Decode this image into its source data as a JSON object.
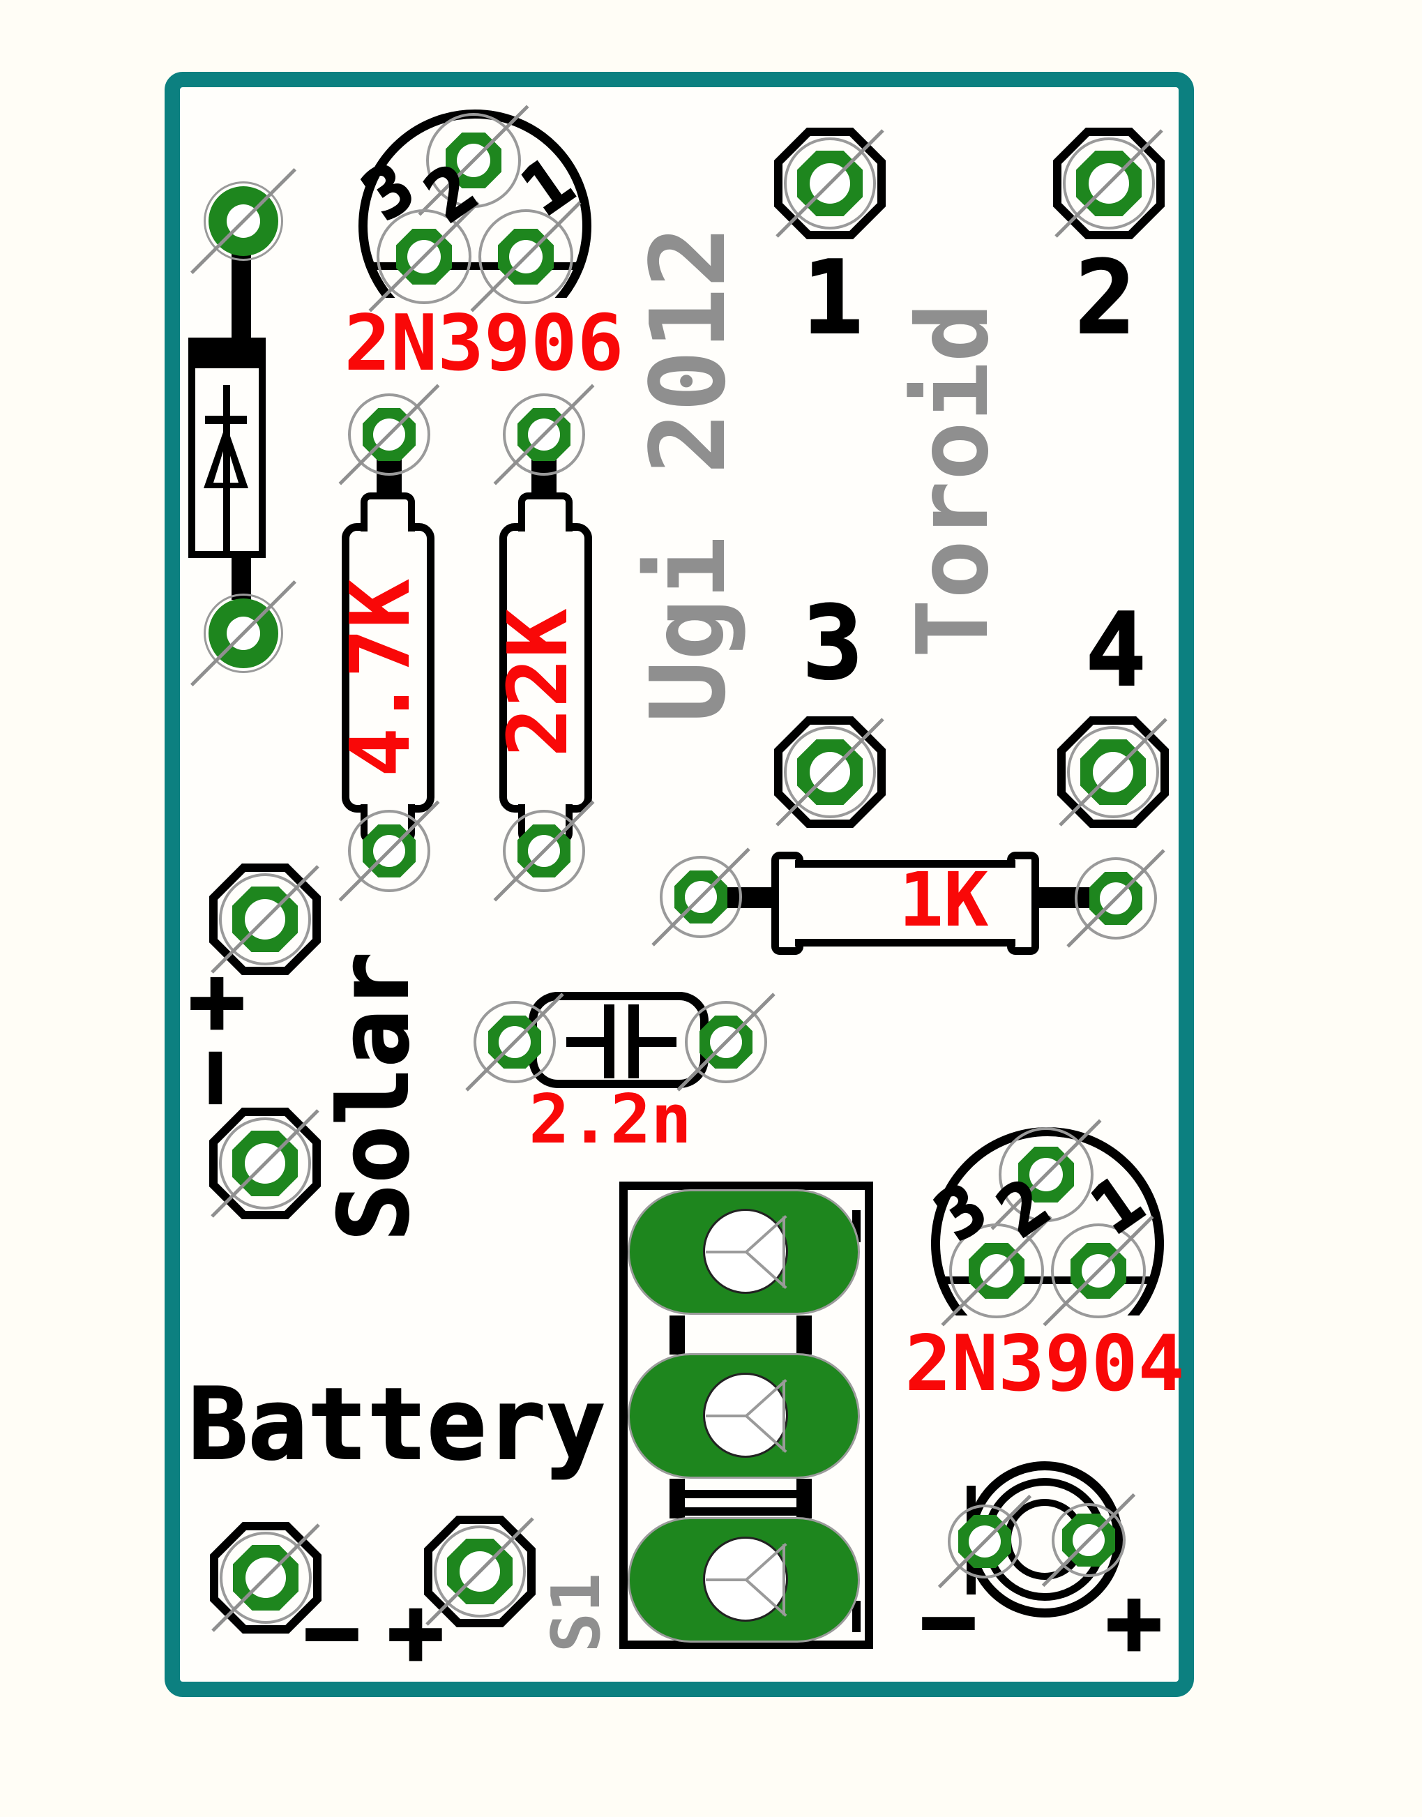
{
  "board": {
    "colors": {
      "outline_teal": "#0c8080",
      "copper_green": "#1e861e",
      "silk_gray": "#8f8f8f",
      "value_red": "#f90808",
      "silk_black": "#000000"
    },
    "credit": "Ugi 2012",
    "toroid": {
      "label": "Toroid",
      "pins": [
        "1",
        "2",
        "3",
        "4"
      ]
    },
    "q1": {
      "value": "2N3906",
      "pins": [
        "3",
        "2",
        "1"
      ]
    },
    "q2": {
      "value": "2N3904",
      "pins": [
        "3",
        "2",
        "1"
      ]
    },
    "r1": {
      "value": "4.7K"
    },
    "r2": {
      "value": "22K"
    },
    "r3": {
      "value": "1K"
    },
    "c1": {
      "value": "2.2n"
    },
    "solar": {
      "label": "Solar",
      "plus": "+",
      "minus": "−"
    },
    "battery": {
      "label": "Battery",
      "plus": "+",
      "minus": "−"
    },
    "switch": {
      "label": "S1"
    },
    "ecap": {
      "plus": "+",
      "minus": "−"
    }
  }
}
